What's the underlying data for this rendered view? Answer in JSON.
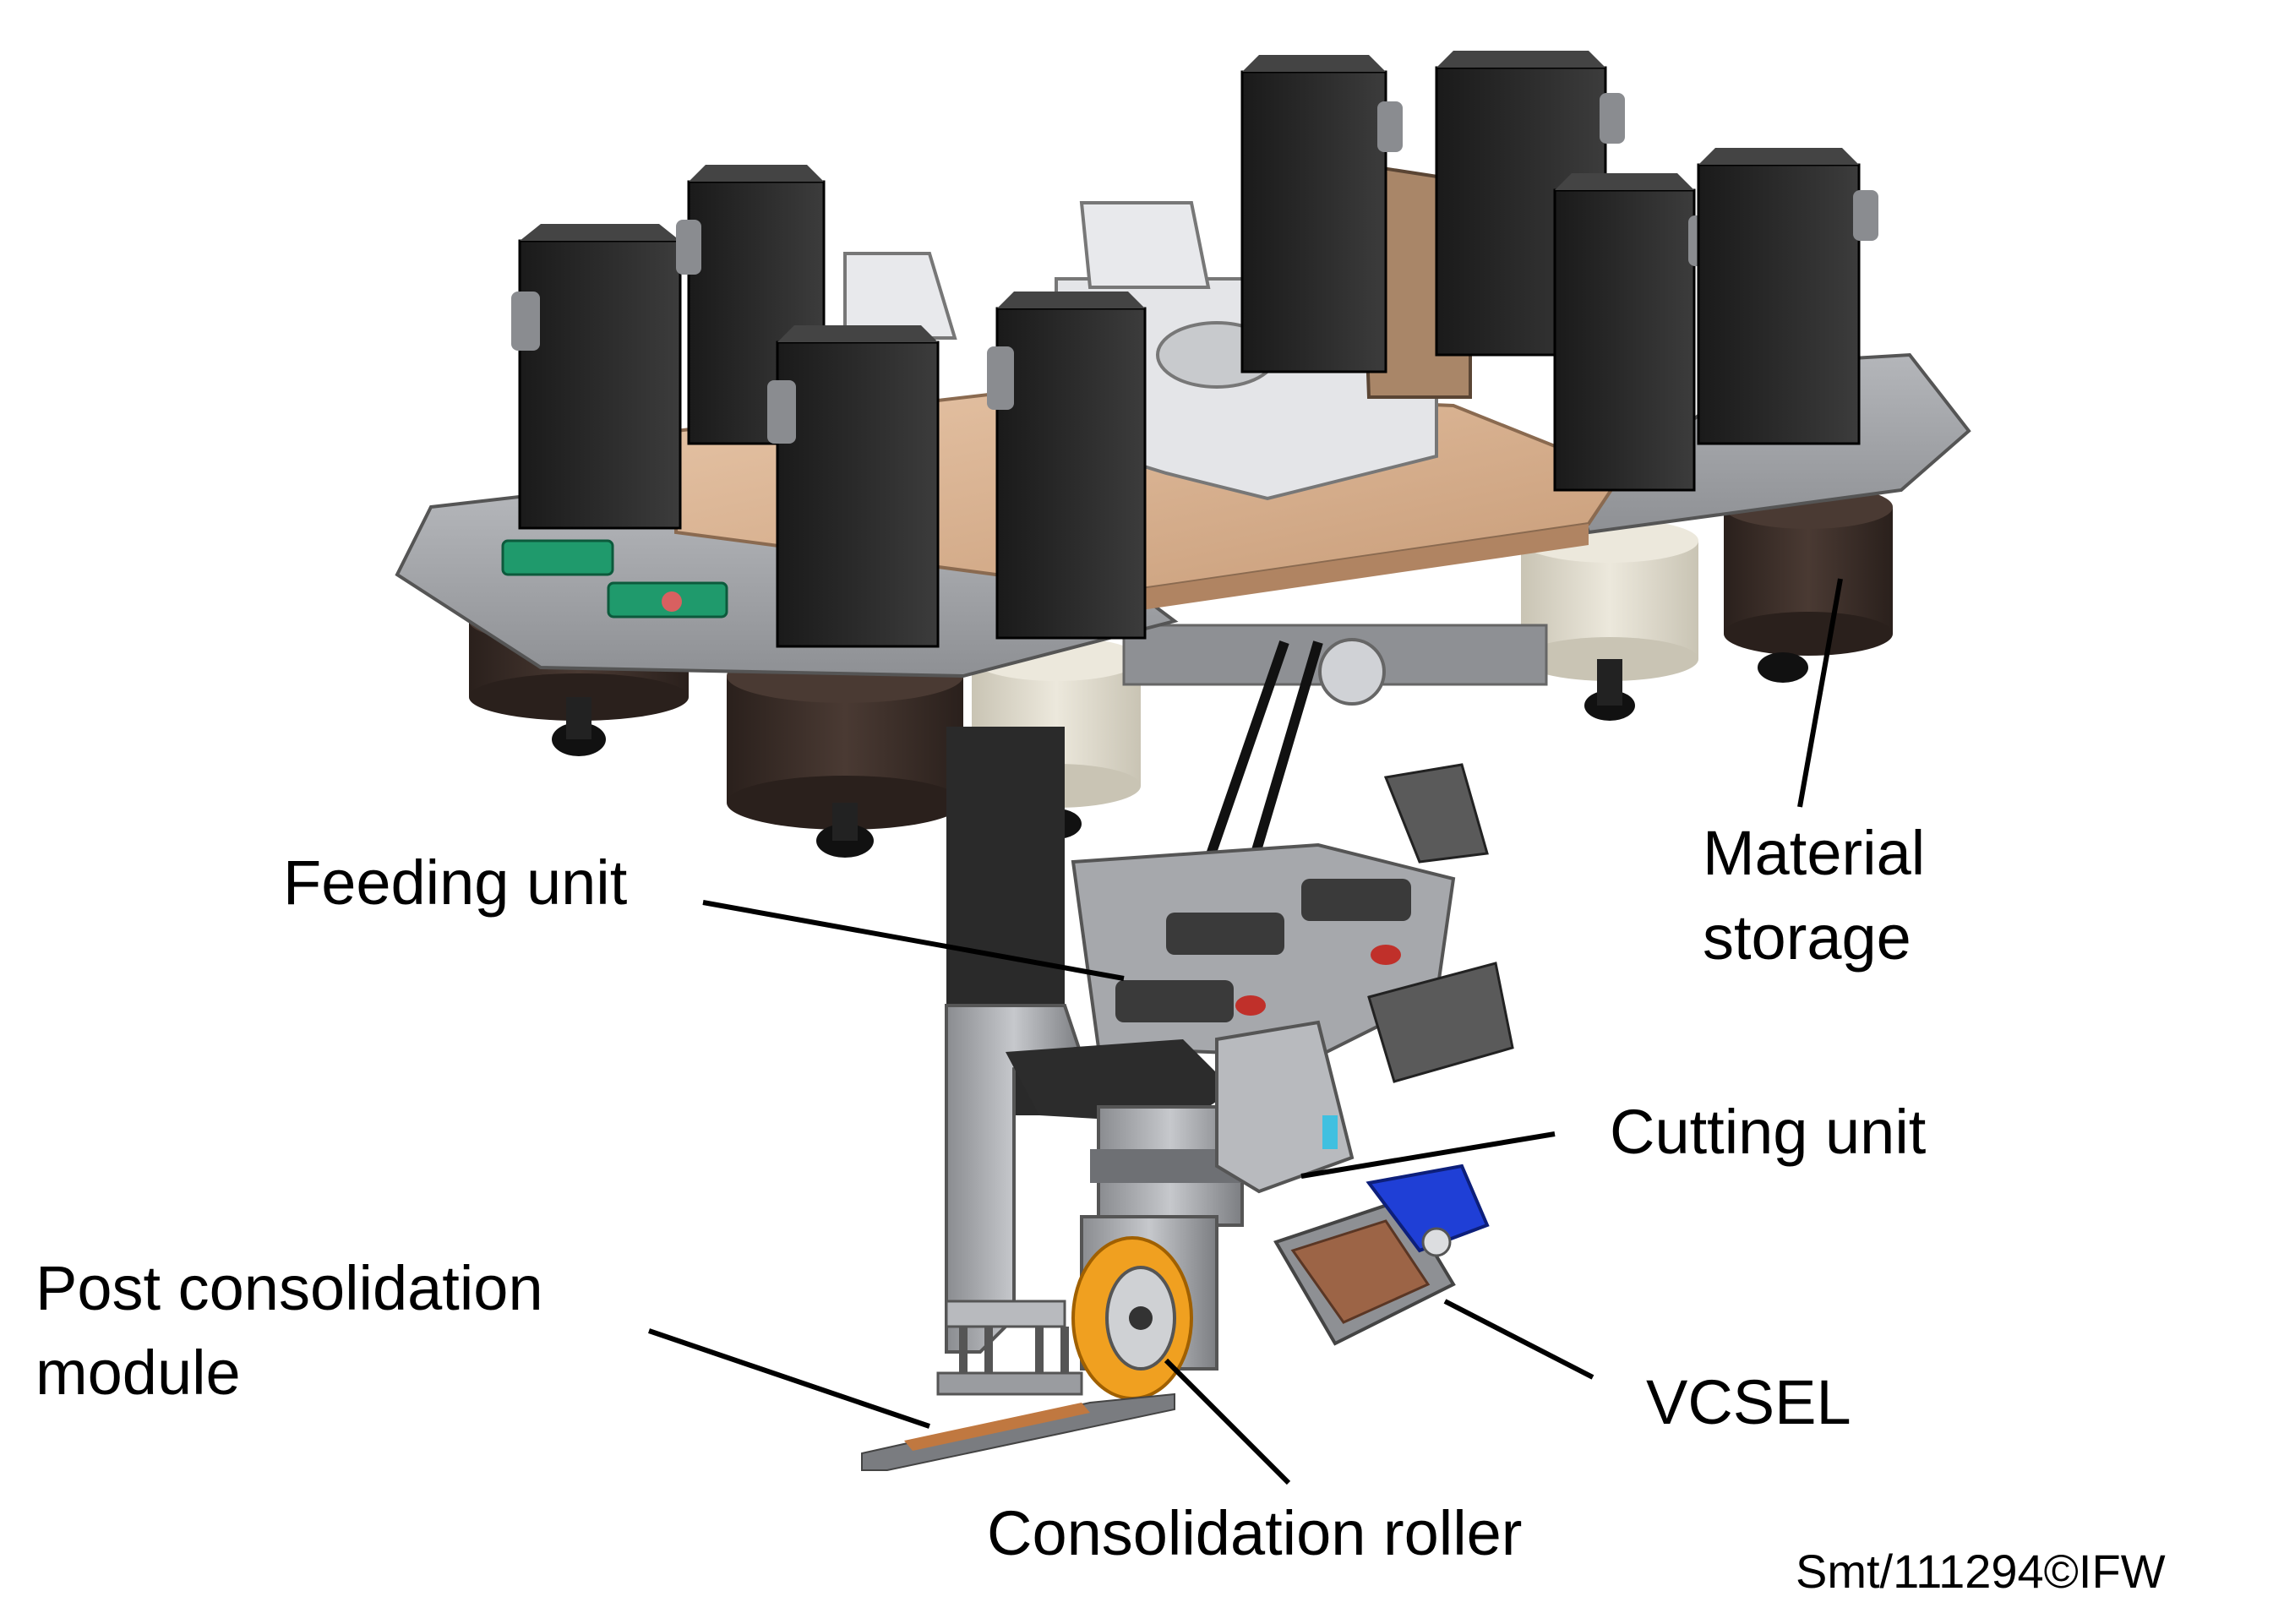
{
  "labels": {
    "feeding_unit": "Feeding unit",
    "material_storage": "Material storage",
    "cutting_unit": "Cutting unit",
    "post_consolidation_module": "Post consolidation module",
    "vcsel": "VCSEL",
    "consolidation_roller": "Consolidation roller"
  },
  "credit": "Smt/111294©IFW",
  "colors": {
    "motor_black": "#262626",
    "plate_gray": "#9a9ca0",
    "wood_plate": "#d9b394",
    "spool_brown": "#3d302b",
    "spool_cream": "#e3dfd2",
    "roller_orange": "#f0a020",
    "vcsel_blue": "#1f3fd6",
    "feeder_green": "#1f9a6c",
    "leader_line": "#000000"
  }
}
